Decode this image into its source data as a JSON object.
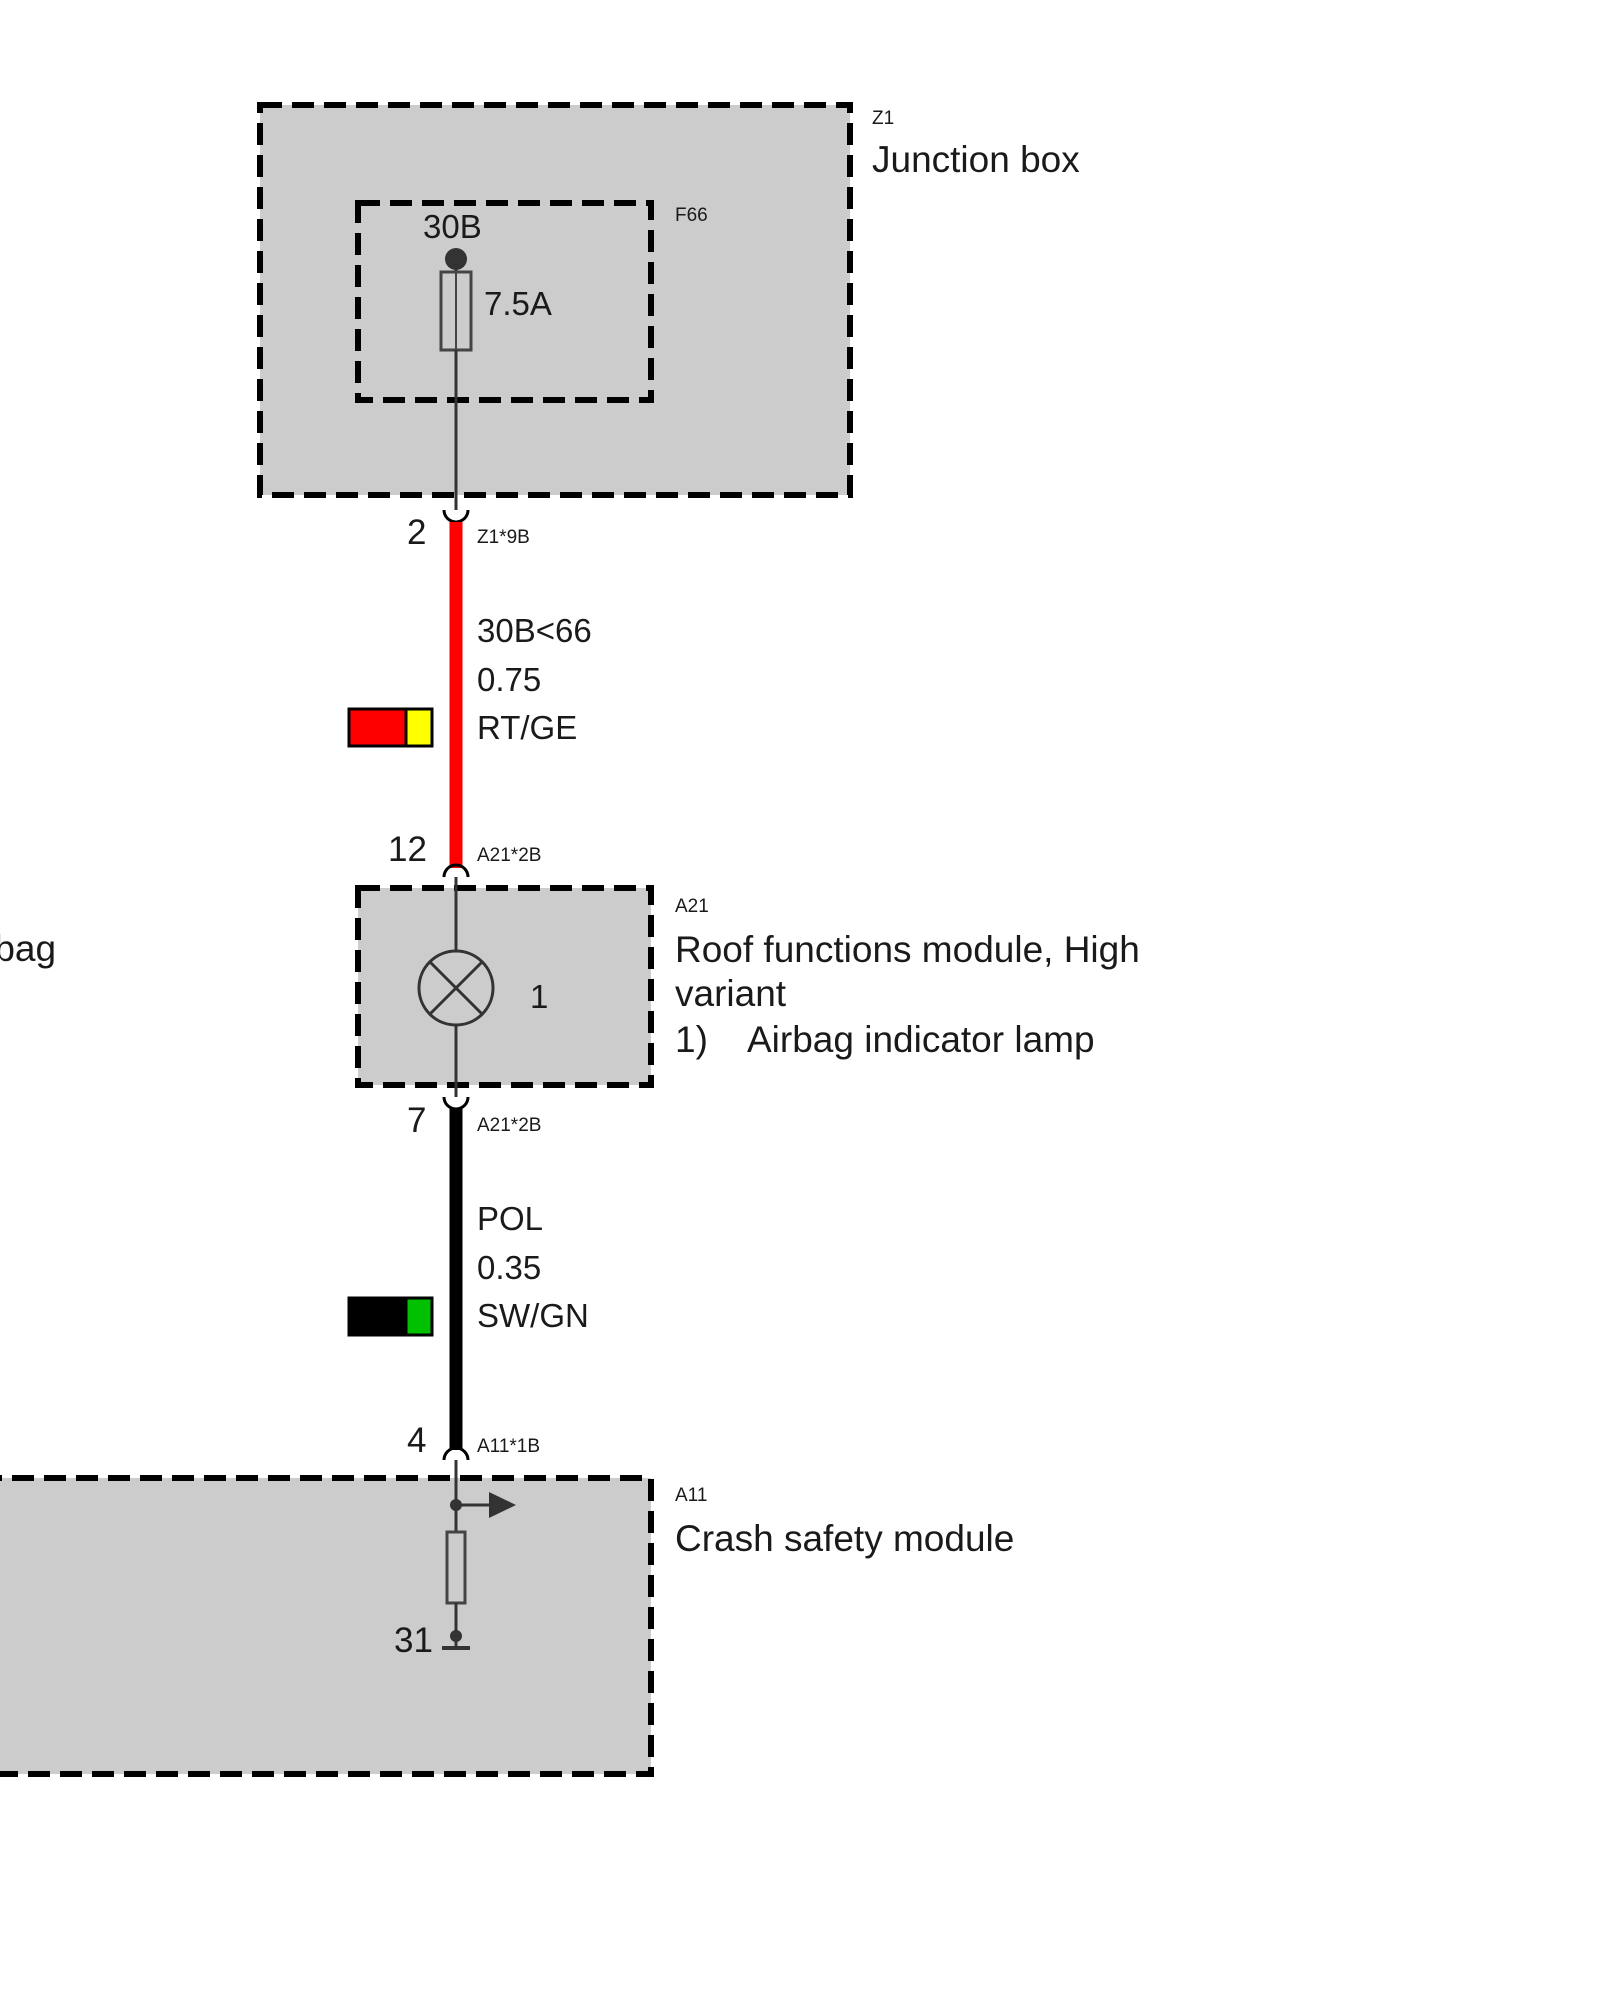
{
  "colors": {
    "wire_rt_ge": "#ff0000",
    "wire_sw_gn": "#000000",
    "swatch_red": "#ff0000",
    "swatch_yellow": "#ffff00",
    "swatch_black": "#000000",
    "swatch_green": "#00c000",
    "module_fill": "#cccccc"
  },
  "junction_box": {
    "id": "Z1",
    "label": "Junction box",
    "fuse": {
      "id": "F66",
      "terminal": "30B",
      "rating": "7.5A"
    }
  },
  "connector_z1": {
    "pin": "2",
    "code": "Z1*9B"
  },
  "wire_1": {
    "signal": "30B<66",
    "gauge": "0.75",
    "color_code": "RT/GE"
  },
  "connector_a21_in": {
    "pin": "12",
    "code": "A21*2B"
  },
  "roof_module": {
    "id": "A21",
    "label_line1": "Roof functions module, High",
    "label_line2": "variant",
    "note_number": "1)",
    "note_text": "Airbag indicator lamp",
    "lamp_ref": "1"
  },
  "connector_a21_out": {
    "pin": "7",
    "code": "A21*2B"
  },
  "wire_2": {
    "signal": "POL",
    "gauge": "0.35",
    "color_code": "SW/GN"
  },
  "connector_a11": {
    "pin": "4",
    "code": "A11*1B"
  },
  "crash_module": {
    "id": "A11",
    "label": "Crash safety module",
    "ground_terminal": "31"
  },
  "cut_off_text": "rbag"
}
